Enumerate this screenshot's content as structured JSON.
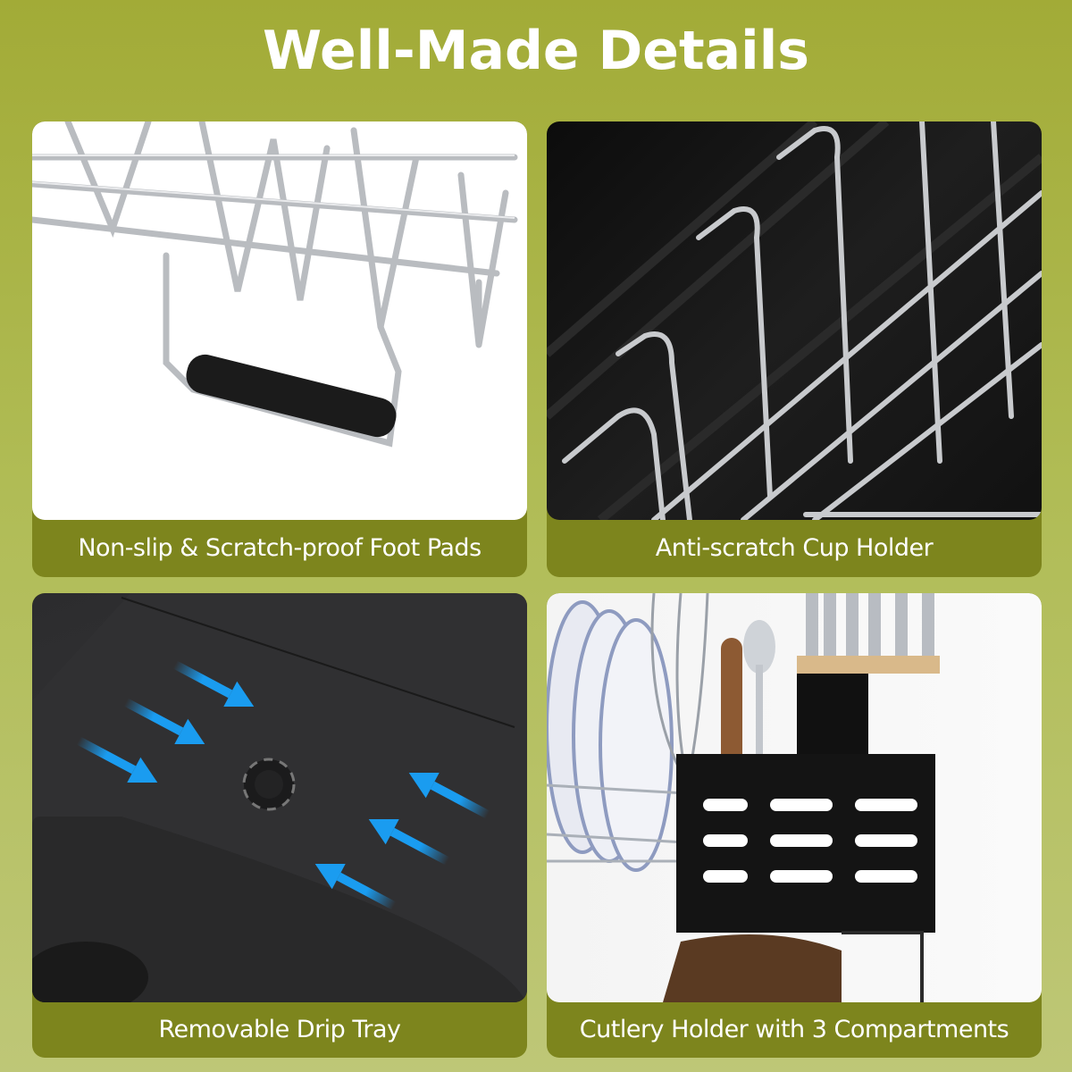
{
  "header": {
    "title": "Well-Made Details"
  },
  "colors": {
    "background_top": "#a2ab37",
    "background_bottom": "#bec777",
    "caption_bar": "#7d851d",
    "arrow_blue": "#1a9cf0",
    "title_text": "#ffffff"
  },
  "features": [
    {
      "caption": "Non-slip & Scratch-proof Foot Pads",
      "image": "chrome wire rack with black foot pad"
    },
    {
      "caption": "Anti-scratch Cup Holder",
      "image": "chrome cup holder wires on black tray"
    },
    {
      "caption": "Removable Drip Tray",
      "image": "black drip tray with blue arrows pointing to drain hole"
    },
    {
      "caption": "Cutlery Holder with 3 Compartments",
      "image": "black cutlery holder with knives, forks, spoons, whisk and plates"
    }
  ]
}
